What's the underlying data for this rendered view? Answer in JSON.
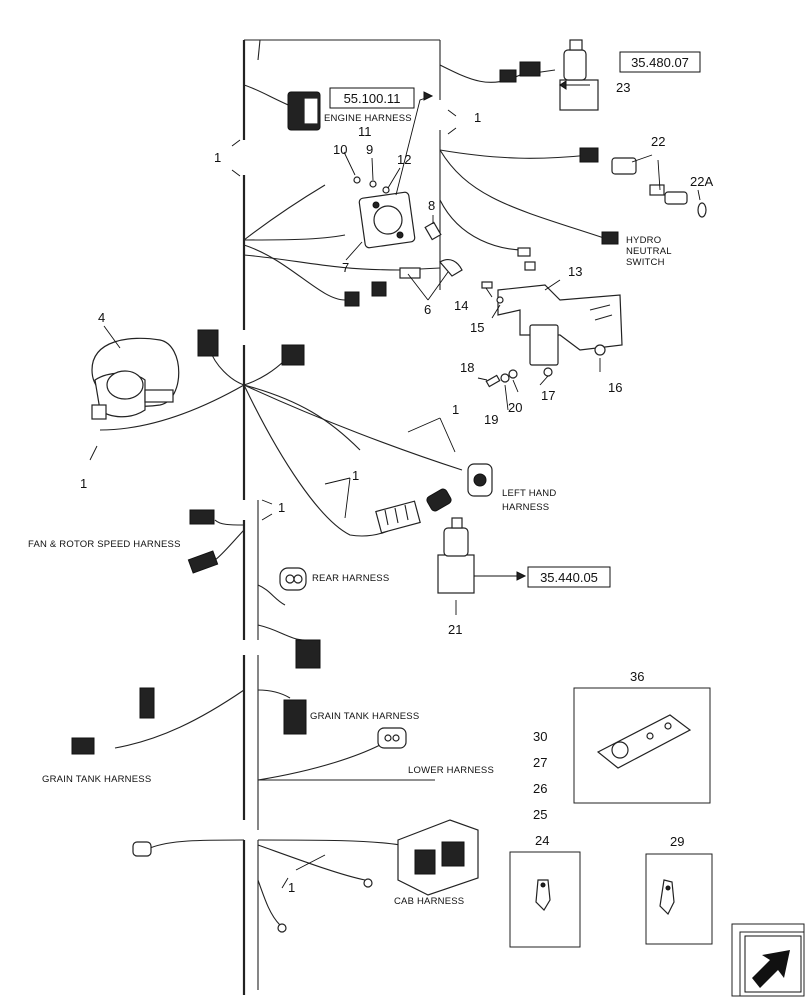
{
  "references": {
    "engine_ref": "55.100.11",
    "solenoid_ref": "35.480.07",
    "lower_solenoid_ref": "35.440.05"
  },
  "harness_labels": {
    "engine": "ENGINE HARNESS",
    "hydro_1": "HYDRO",
    "hydro_2": "NEUTRAL",
    "hydro_3": "SWITCH",
    "left_hand_1": "LEFT HAND",
    "left_hand_2": "HARNESS",
    "fan_rotor": "FAN & ROTOR SPEED HARNESS",
    "rear": "REAR HARNESS",
    "grain_tank_right": "GRAIN TANK HARNESS",
    "grain_tank_left": "GRAIN TANK HARNESS",
    "lower": "LOWER HARNESS",
    "cab": "CAB HARNESS"
  },
  "callouts": {
    "c1": "1",
    "c4": "4",
    "c6": "6",
    "c7": "7",
    "c8": "8",
    "c9": "9",
    "c10": "10",
    "c11": "11",
    "c12": "12",
    "c13": "13",
    "c14": "14",
    "c15": "15",
    "c16": "16",
    "c17": "17",
    "c18": "18",
    "c19": "19",
    "c20": "20",
    "c21": "21",
    "c22": "22",
    "c22a": "22A",
    "c23": "23",
    "c24": "24",
    "c25": "25",
    "c26": "26",
    "c27": "27",
    "c29": "29",
    "c30": "30",
    "c36": "36"
  },
  "icons": {
    "nav": "next-page-arrow-icon"
  }
}
